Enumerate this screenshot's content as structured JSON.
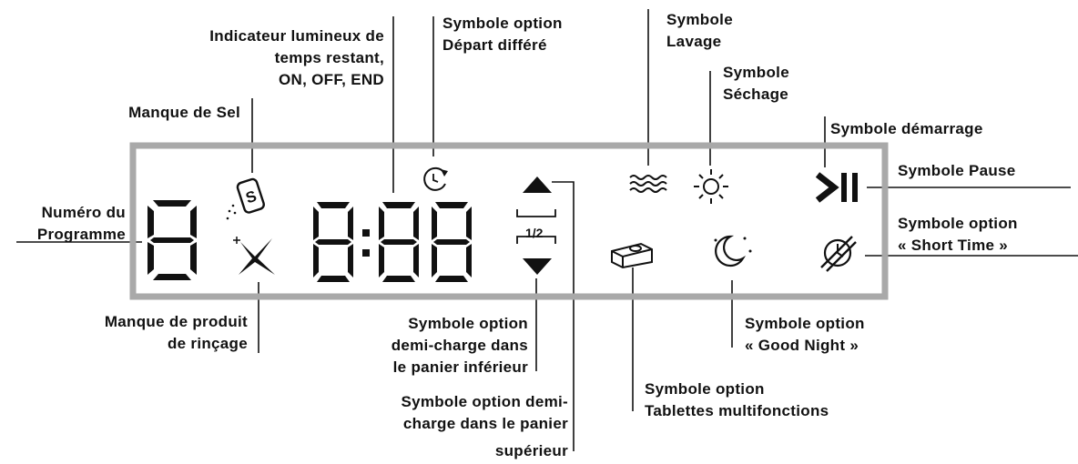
{
  "labels": {
    "remaining_time": [
      "Indicateur lumineux de",
      "temps restant,",
      "ON, OFF, END"
    ],
    "delay": [
      "Symbole option",
      "Départ différé"
    ],
    "wash": [
      "Symbole",
      "Lavage"
    ],
    "dry": [
      "Symbole",
      "Séchage"
    ],
    "salt": "Manque de Sel",
    "start": "Symbole démarrage",
    "pause": "Symbole Pause",
    "program": [
      "Numéro du",
      "Programme"
    ],
    "short_time": [
      "Symbole option",
      "« Short Time »"
    ],
    "rinse": [
      "Manque de produit",
      "de rinçage"
    ],
    "half_lower": [
      "Symbole option",
      "demi-charge dans",
      "le panier inférieur"
    ],
    "good_night": [
      "Symbole option",
      "« Good Night »"
    ],
    "tablets": [
      "Symbole option",
      "Tablettes multifonctions"
    ],
    "half_upper": [
      "Symbole option demi-",
      "charge dans le panier",
      "supérieur"
    ]
  },
  "display": {
    "program_digit": "8",
    "time": "8:88",
    "half_load": "1/2",
    "salt_letter": "S"
  },
  "colors": {
    "panel_border": "#a9a9a9",
    "ink": "#111111"
  }
}
